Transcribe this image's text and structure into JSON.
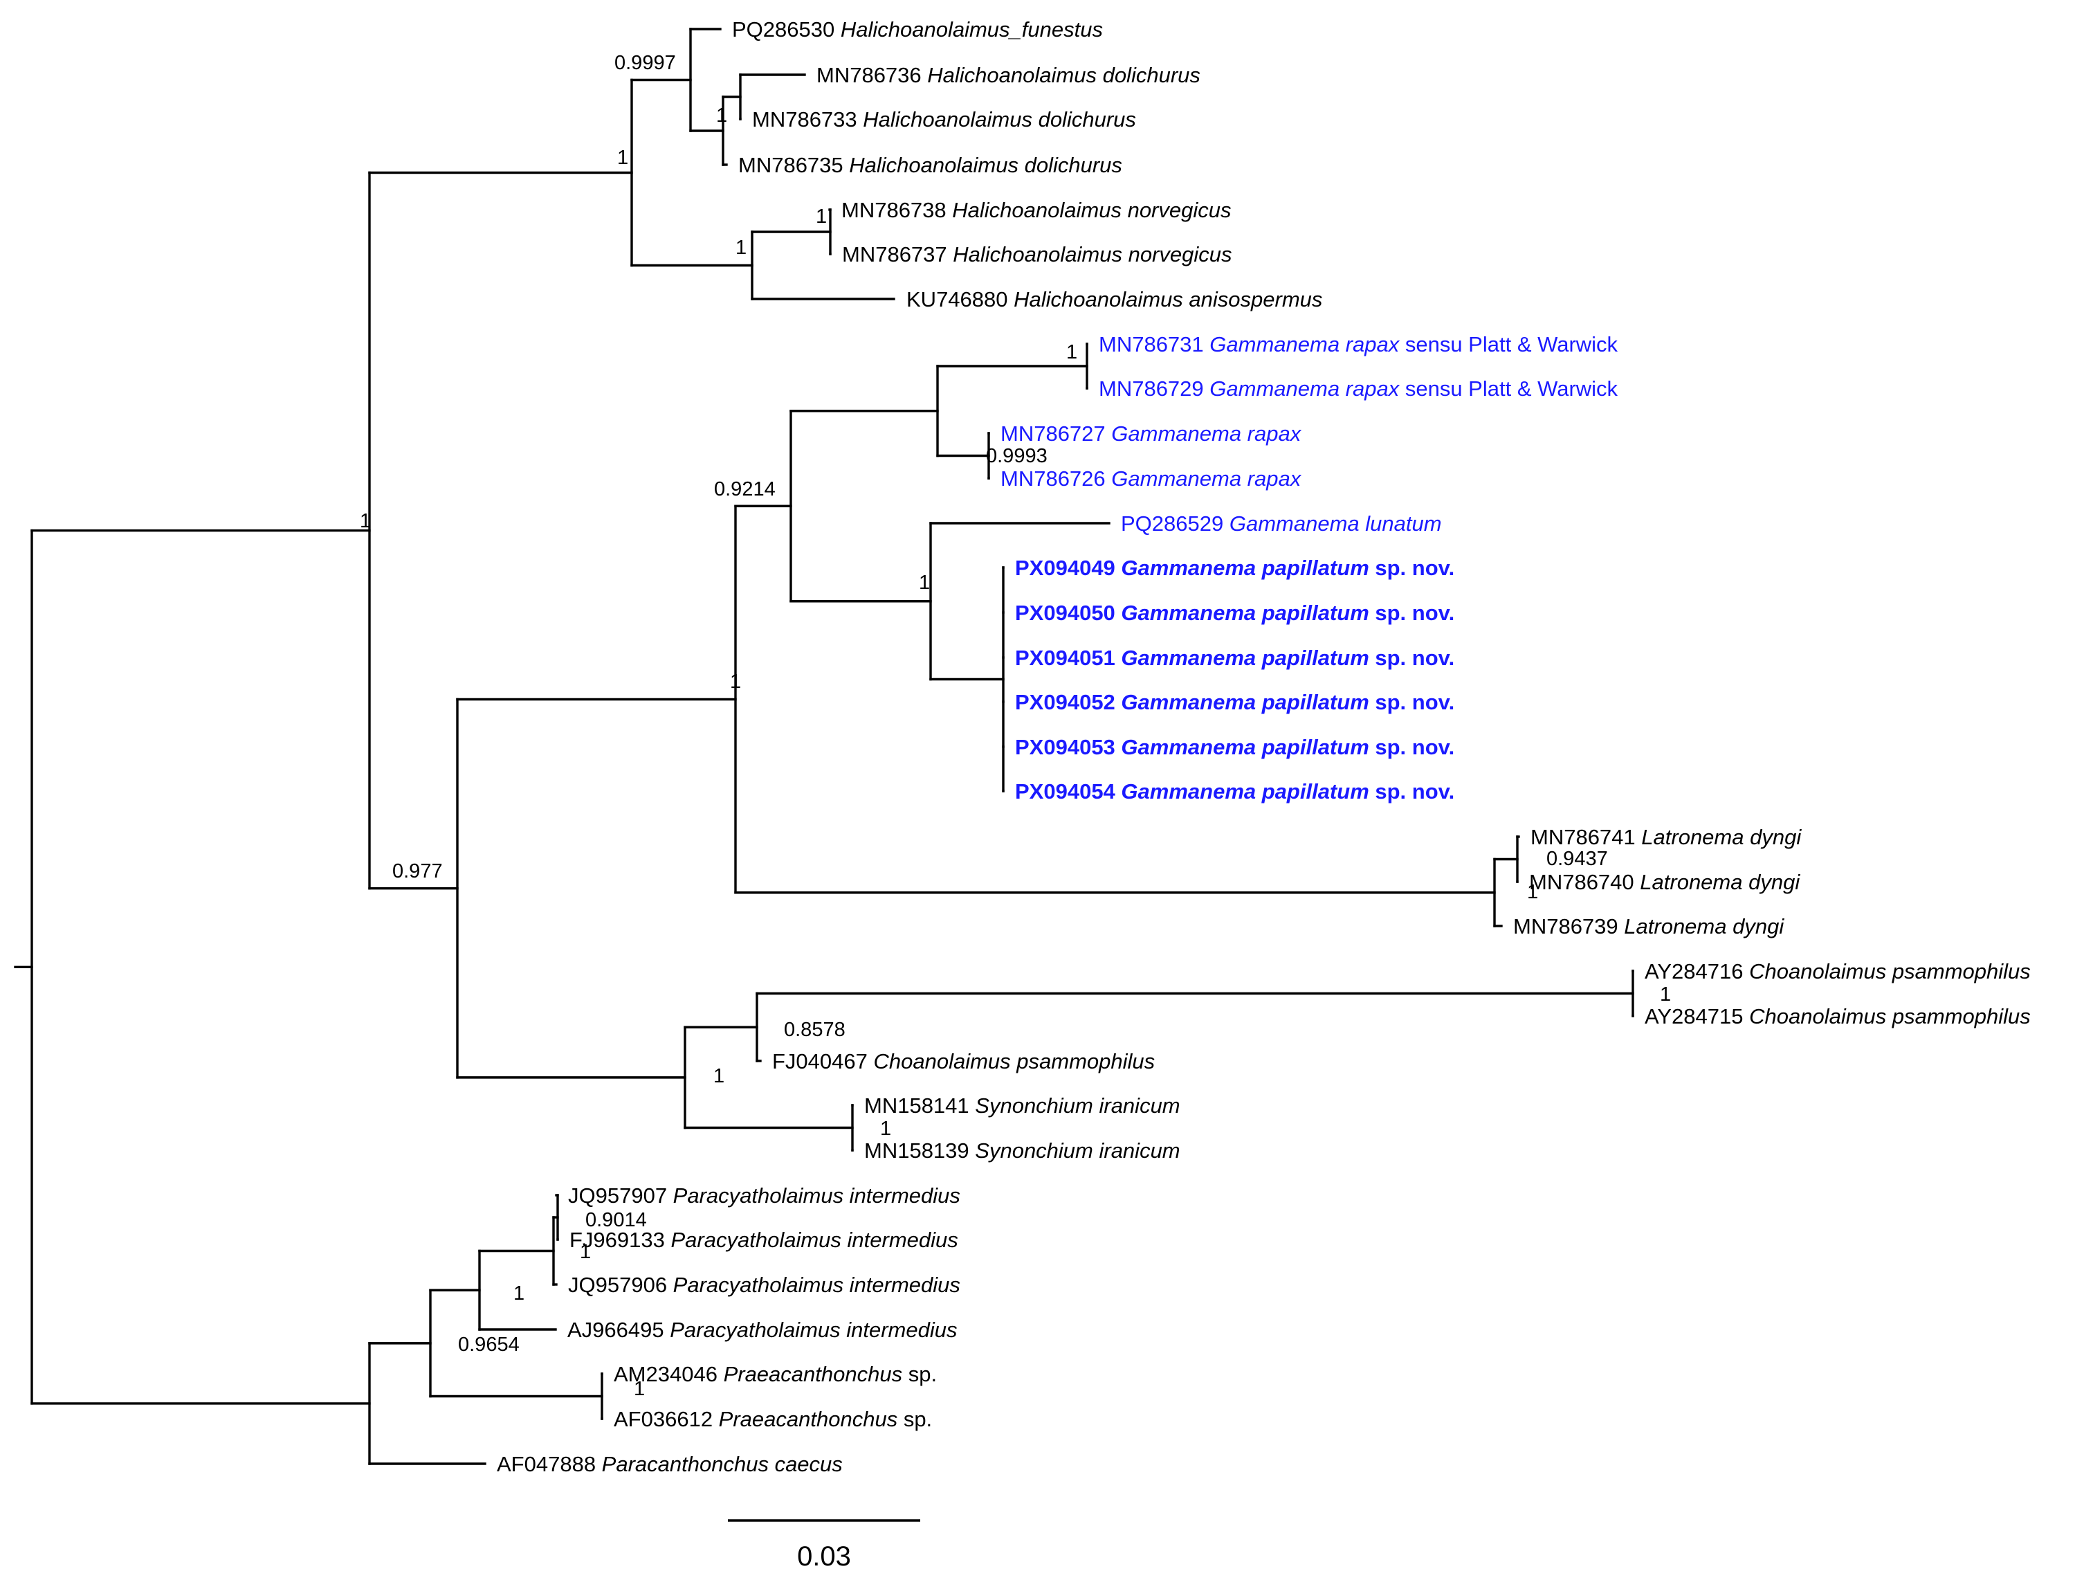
{
  "colors": {
    "branch": "#000000",
    "highlight": "#1a1aff"
  },
  "taxa": [
    {
      "id": "t1",
      "acc": "PQ286530",
      "sp": "Halichoanolaimus_funestus",
      "rest": "",
      "color": "black",
      "bold": false
    },
    {
      "id": "t2",
      "acc": "MN786736",
      "sp": "Halichoanolaimus dolichurus",
      "rest": "",
      "color": "black",
      "bold": false
    },
    {
      "id": "t3",
      "acc": "MN786733",
      "sp": "Halichoanolaimus dolichurus",
      "rest": "",
      "color": "black",
      "bold": false
    },
    {
      "id": "t4",
      "acc": "MN786735",
      "sp": "Halichoanolaimus dolichurus",
      "rest": "",
      "color": "black",
      "bold": false
    },
    {
      "id": "t5",
      "acc": "MN786738",
      "sp": "Halichoanolaimus norvegicus",
      "rest": "",
      "color": "black",
      "bold": false
    },
    {
      "id": "t6",
      "acc": "MN786737",
      "sp": "Halichoanolaimus norvegicus",
      "rest": "",
      "color": "black",
      "bold": false
    },
    {
      "id": "t7",
      "acc": "KU746880",
      "sp": "Halichoanolaimus anisospermus",
      "rest": "",
      "color": "black",
      "bold": false
    },
    {
      "id": "t8",
      "acc": "MN786731",
      "sp": "Gammanema rapax",
      "rest": "sensu Platt & Warwick",
      "color": "blue",
      "bold": false
    },
    {
      "id": "t9",
      "acc": "MN786729",
      "sp": "Gammanema rapax",
      "rest": "sensu Platt & Warwick",
      "color": "blue",
      "bold": false
    },
    {
      "id": "t10",
      "acc": "MN786727",
      "sp": "Gammanema rapax",
      "rest": "",
      "color": "blue",
      "bold": false
    },
    {
      "id": "t11",
      "acc": "MN786726",
      "sp": "Gammanema rapax",
      "rest": "",
      "color": "blue",
      "bold": false
    },
    {
      "id": "t12",
      "acc": "PQ286529",
      "sp": "Gammanema lunatum",
      "rest": "",
      "color": "blue",
      "bold": false
    },
    {
      "id": "t13",
      "acc": "PX094049",
      "sp": "Gammanema papillatum",
      "rest": "sp. nov.",
      "color": "blue",
      "bold": true
    },
    {
      "id": "t14",
      "acc": "PX094050",
      "sp": "Gammanema papillatum",
      "rest": "sp. nov.",
      "color": "blue",
      "bold": true
    },
    {
      "id": "t15",
      "acc": "PX094051",
      "sp": "Gammanema papillatum",
      "rest": "sp. nov.",
      "color": "blue",
      "bold": true
    },
    {
      "id": "t16",
      "acc": "PX094052",
      "sp": "Gammanema papillatum",
      "rest": "sp. nov.",
      "color": "blue",
      "bold": true
    },
    {
      "id": "t17",
      "acc": "PX094053",
      "sp": "Gammanema papillatum",
      "rest": "sp. nov.",
      "color": "blue",
      "bold": true
    },
    {
      "id": "t18",
      "acc": "PX094054",
      "sp": "Gammanema papillatum",
      "rest": "sp. nov.",
      "color": "blue",
      "bold": true
    },
    {
      "id": "t19",
      "acc": "MN786741",
      "sp": "Latronema dyngi",
      "rest": "",
      "color": "black",
      "bold": false
    },
    {
      "id": "t20",
      "acc": "MN786740",
      "sp": "Latronema dyngi",
      "rest": "",
      "color": "black",
      "bold": false
    },
    {
      "id": "t21",
      "acc": "MN786739",
      "sp": "Latronema dyngi",
      "rest": "",
      "color": "black",
      "bold": false
    },
    {
      "id": "t22",
      "acc": "AY284716",
      "sp": "Choanolaimus psammophilus",
      "rest": "",
      "color": "black",
      "bold": false
    },
    {
      "id": "t23",
      "acc": "AY284715",
      "sp": "Choanolaimus psammophilus",
      "rest": "",
      "color": "black",
      "bold": false
    },
    {
      "id": "t24",
      "acc": "FJ040467",
      "sp": "Choanolaimus psammophilus",
      "rest": "",
      "color": "black",
      "bold": false
    },
    {
      "id": "t25",
      "acc": "MN158141",
      "sp": "Synonchium iranicum",
      "rest": "",
      "color": "black",
      "bold": false
    },
    {
      "id": "t26",
      "acc": "MN158139",
      "sp": "Synonchium iranicum",
      "rest": "",
      "color": "black",
      "bold": false
    },
    {
      "id": "t27",
      "acc": "JQ957907",
      "sp": "Paracyatholaimus intermedius",
      "rest": "",
      "color": "black",
      "bold": false
    },
    {
      "id": "t28",
      "acc": "FJ969133",
      "sp": "Paracyatholaimus intermedius",
      "rest": "",
      "color": "black",
      "bold": false
    },
    {
      "id": "t29",
      "acc": "JQ957906",
      "sp": "Paracyatholaimus intermedius",
      "rest": "",
      "color": "black",
      "bold": false
    },
    {
      "id": "t30",
      "acc": "AJ966495",
      "sp": "Paracyatholaimus intermedius",
      "rest": "",
      "color": "black",
      "bold": false
    },
    {
      "id": "t31",
      "acc": "AM234046",
      "sp": "Praeacanthonchus",
      "rest": "sp.",
      "color": "black",
      "bold": false
    },
    {
      "id": "t32",
      "acc": "AF036612",
      "sp": "Praeacanthonchus",
      "rest": "sp.",
      "color": "black",
      "bold": false
    },
    {
      "id": "t33",
      "acc": "AF047888",
      "sp": "Paracanthonchus caecus",
      "rest": "",
      "color": "black",
      "bold": false
    }
  ],
  "support_values": [
    "1",
    "0.977",
    "1",
    "0.9997",
    "1",
    "1",
    "0.9214",
    "1",
    "1",
    "0.9993",
    "1",
    "1",
    "0.9437",
    "1",
    "0.8578",
    "1",
    "1",
    "1",
    "0.9654",
    "1",
    "0.9014",
    "1",
    "1"
  ],
  "scale_bar": {
    "label": "0.03",
    "length": 0.03
  }
}
